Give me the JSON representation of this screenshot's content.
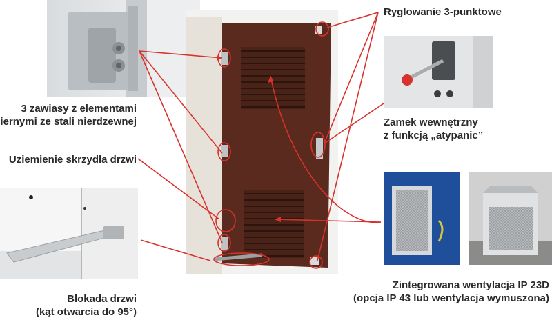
{
  "labels": {
    "hinges_line1": "3 zawiasy z elementami",
    "hinges_line2": "ciernymi ze stali nierdzewnej",
    "grounding": "Uziemienie skrzydła drzwi",
    "door_lock_line1": "Blokada drzwi",
    "door_lock_line2": "(kąt otwarcia do 95°)",
    "locking": "Ryglowanie 3-punktowe",
    "inner_lock_line1": "Zamek wewnętrzny",
    "inner_lock_line2": "z funkcją „atypanic”",
    "ventilation_line1": "Zintegrowana wentylacja IP 23D",
    "ventilation_line2": "(opcja IP 43 lub wentylacja wymuszona)"
  },
  "colors": {
    "door_brown": "#5a2a1e",
    "callout_red": "#d8322c",
    "text": "#2a2a2a",
    "cabinet_blue": "#1f4f9a"
  }
}
